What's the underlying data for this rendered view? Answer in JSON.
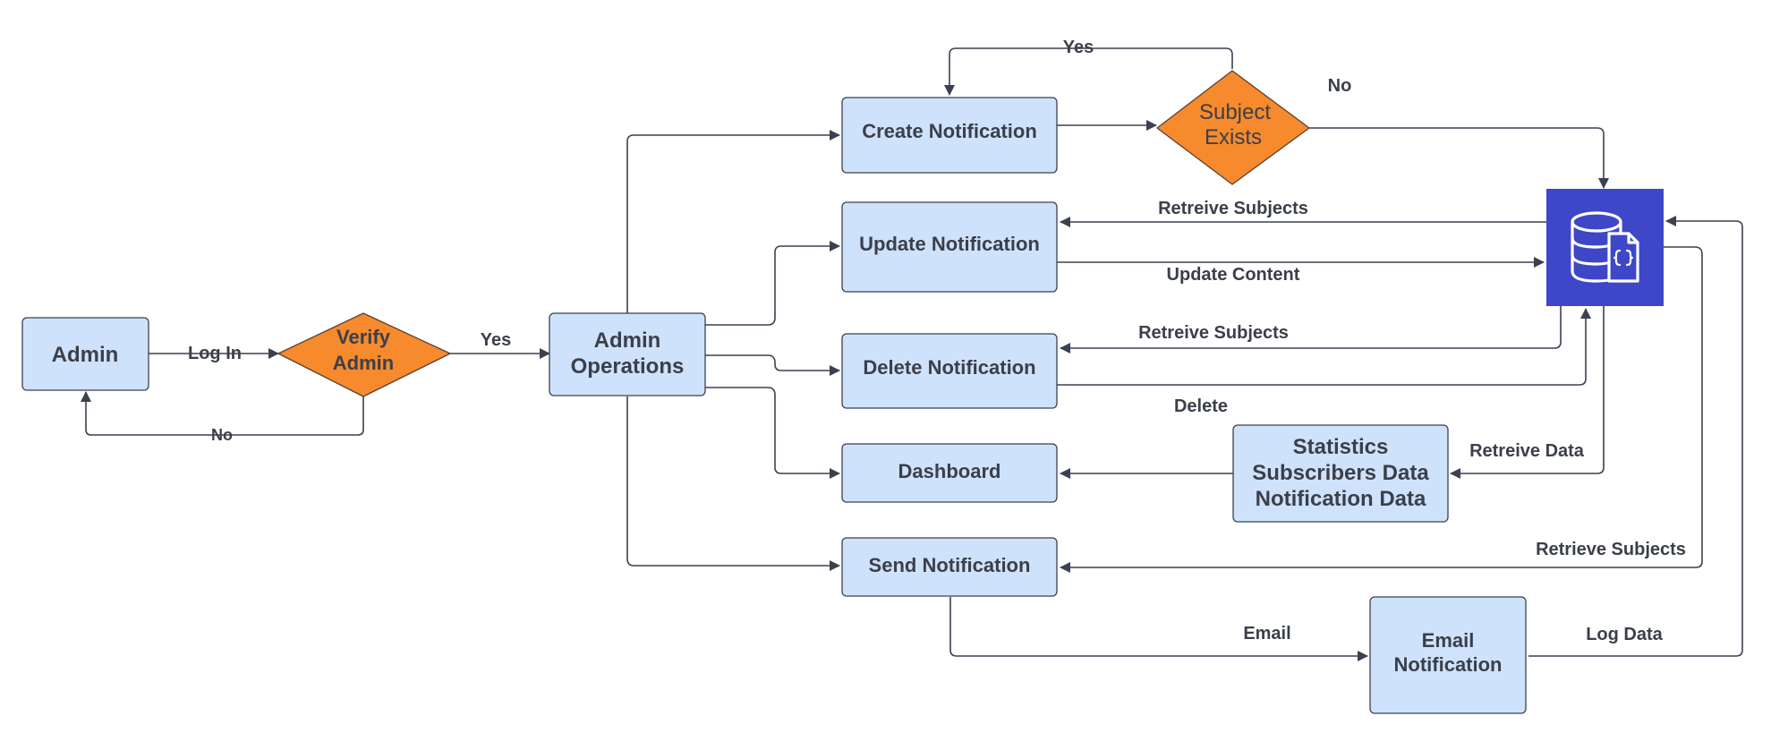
{
  "nodes": {
    "admin": "Admin",
    "verify_admin": [
      "Verify",
      "Admin"
    ],
    "admin_operations": [
      "Admin",
      "Operations"
    ],
    "create_notification": "Create Notification",
    "subject_exists": [
      "Subject",
      "Exists"
    ],
    "update_notification": "Update Notification",
    "delete_notification": "Delete Notification",
    "dashboard": "Dashboard",
    "send_notification": "Send Notification",
    "statistics": [
      "Statistics",
      "Subscribers Data",
      "Notification Data"
    ],
    "email_notification": [
      "Email",
      "Notification"
    ]
  },
  "edges": {
    "log_in": "Log In",
    "no_verify": "No",
    "yes_verify": "Yes",
    "yes_subject": "Yes",
    "no_subject": "No",
    "retreive_subjects_update": "Retreive Subjects",
    "update_content": "Update Content",
    "retreive_subjects_delete": "Retreive Subjects",
    "delete": "Delete",
    "retreive_data": "Retreive Data",
    "retrieve_subjects_send": "Retrieve Subjects",
    "email": "Email",
    "log_data": "Log Data"
  },
  "colors": {
    "process_fill": "#cfe2fb",
    "decision_fill": "#f68a2c",
    "database_fill": "#3d47c8",
    "line": "#3b4150"
  },
  "icons": {
    "database": "database-icon"
  }
}
